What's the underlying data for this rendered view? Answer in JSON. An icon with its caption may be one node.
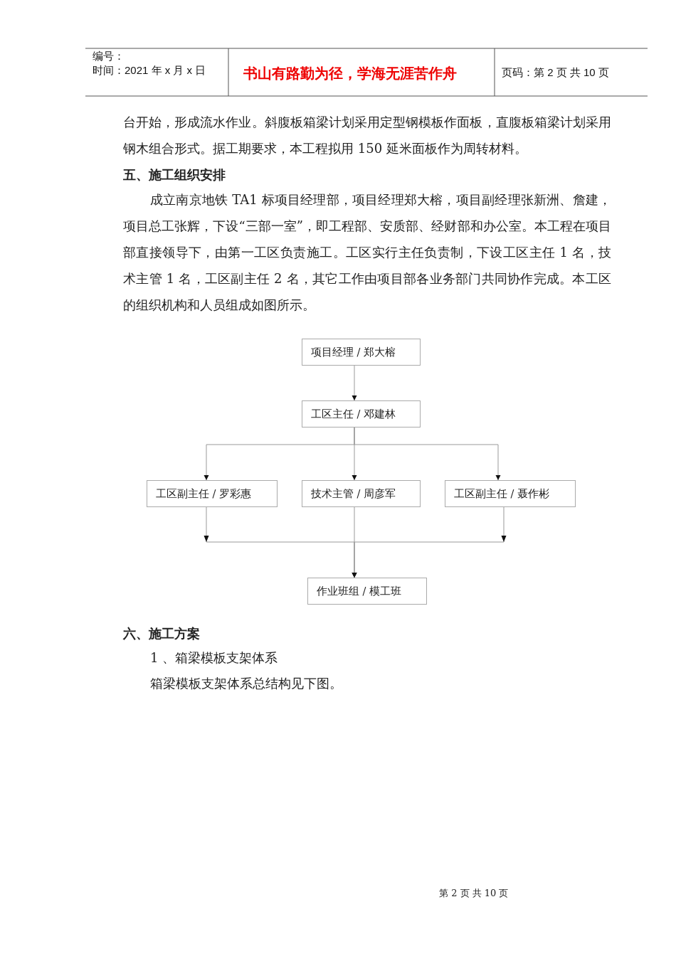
{
  "diagram": {
    "nodes": [
      {
        "text": [
          "项目经理 / 郑大榕"
        ]
      },
      {
        "text": [
          "工区主任 / 邓建林"
        ]
      },
      {
        "text": [
          "工区副主任 / 罗彩惠"
        ]
      },
      {
        "text": [
          "技术主管 / 周彦军"
        ]
      },
      {
        "text": [
          "工区副主任 / 聂作彬"
        ]
      },
      {
        "text": [
          "作业班组 / 模工班"
        ]
      }
    ],
    "edges": [
      {
        "from": 0,
        "to": 1,
        "arrow": "to"
      },
      {
        "from": 1,
        "to": 2,
        "arrow": "to"
      },
      {
        "from": 1,
        "to": 3,
        "arrow": "to"
      },
      {
        "from": 1,
        "to": 4,
        "arrow": "to"
      },
      {
        "from": 2,
        "to": 5,
        "arrow": "to"
      },
      {
        "from": 3,
        "to": 5,
        "arrow": "to"
      },
      {
        "from": 4,
        "to": 5,
        "arrow": "to"
      }
    ],
    "labels": [
      "编号：",
      "时间：2021 年 x 月 x 日",
      "书山有路勤为径，学海无涯苦作舟",
      "页码：第 2 页  共 10 页",
      "台开始，形成流水作业。斜腹板箱梁计划采用定型钢模板作面板，直腹板箱梁计划采用钢木组合形式。据工期要求，本工程拟用 150 延米面板作为周转材料。",
      "五、施工组织安排",
      "成立南京地铁 TA1 标项目经理部，项目经理郑大榕，项目副经理张新洲、詹建，项目总工张辉，下设“三部一室”，即工程部、安质部、经财部和办公室。本工程在项目部直接领导下，由第一工区负责施工。工区实行主任负责制，下设工区主任 1 名，技术主管 1 名，工区副主任 2 名，其它工作由项目部各业务部门共同协作完成。本工区的组织机构和人员组成如图所示。",
      "六、施工方案",
      "1 、箱梁模板支架体系",
      "箱梁模板支架体系总结构见下图。",
      "第 2 页 共 10 页"
    ]
  }
}
